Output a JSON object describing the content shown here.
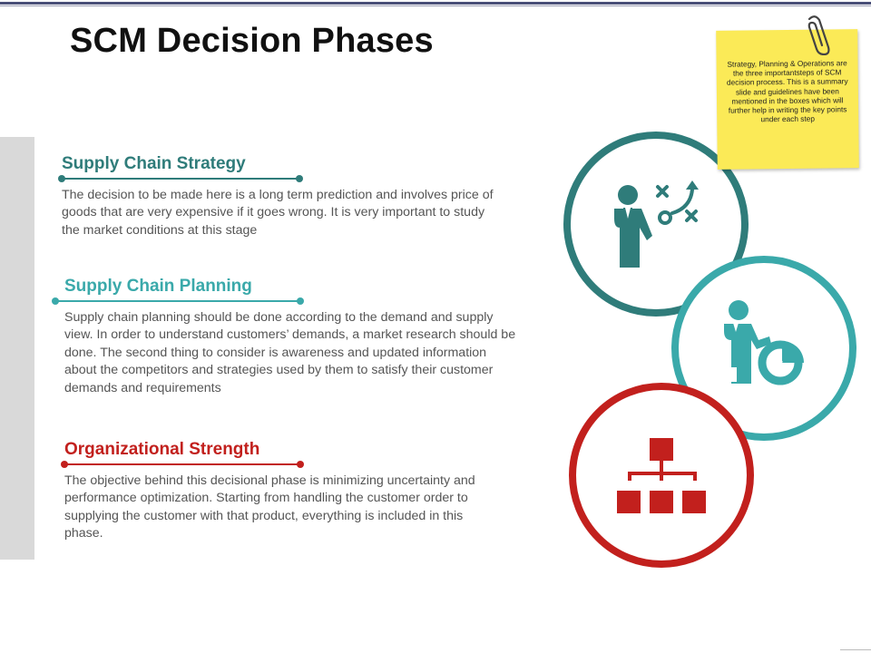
{
  "slide": {
    "title": "SCM Decision Phases",
    "accent_colors": {
      "strategy": "#2f7c7a",
      "planning": "#3aa9aa",
      "strength": "#c2201d",
      "sticky": "#fbea57"
    }
  },
  "sections": [
    {
      "heading": "Supply Chain Strategy",
      "body": "The decision to be made here is a long term prediction and involves price of goods that are very expensive if it goes wrong. It is very important to study the market conditions at this stage",
      "icon": "strategy-person-icon"
    },
    {
      "heading": "Supply Chain Planning",
      "body": "Supply chain planning should be done according to the demand and supply view. In order to understand customers’ demands, a market research should be done. The second thing to consider is awareness and updated information about the competitors and strategies used by them to satisfy their customer demands and requirements",
      "icon": "person-pie-chart-icon"
    },
    {
      "heading": "Organizational Strength",
      "body": "The objective behind this decisional phase is minimizing uncertainty and performance optimization. Starting from handling the customer order to supplying the customer with that product, everything is included in this phase.",
      "icon": "org-chart-icon"
    }
  ],
  "sticky_note": {
    "text": "Strategy, Planning & Operations are the three importantsteps of SCM decision process. This is a summary slide and guidelines have been mentioned in the boxes which will further help in writing the key points under each step",
    "icon": "paperclip-icon"
  }
}
